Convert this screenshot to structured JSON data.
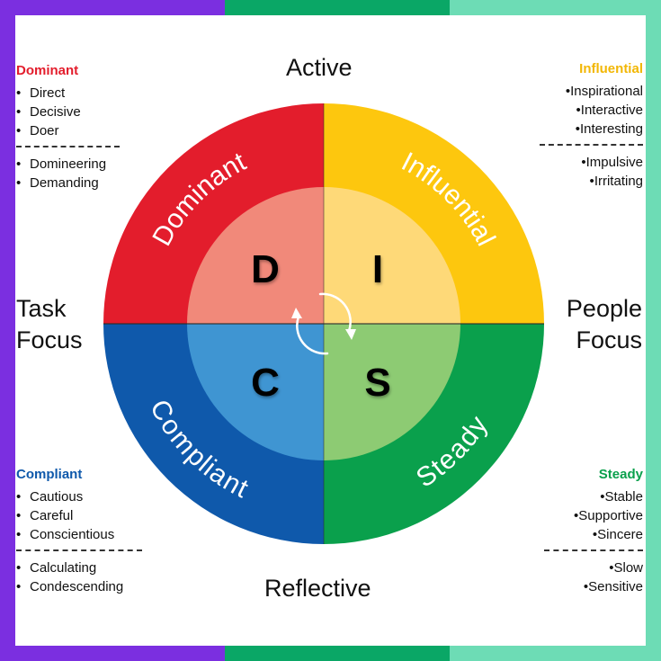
{
  "frame": {
    "colors": [
      "#7b2fe0",
      "#0aa766",
      "#6ddcb5"
    ]
  },
  "axes": {
    "top": "Active",
    "bottom": "Reflective",
    "left": [
      "Task",
      "Focus"
    ],
    "right": [
      "People",
      "Focus"
    ]
  },
  "quadrants": {
    "dominant": {
      "word": "Dominant",
      "letter": "D",
      "outer_color": "#e31d2c",
      "inner_color": "#f1897a"
    },
    "influential": {
      "word": "Influential",
      "letter": "I",
      "outer_color": "#fdc70e",
      "inner_color": "#fed978"
    },
    "compliant": {
      "word": "Compliant",
      "letter": "C",
      "outer_color": "#0f59ab",
      "inner_color": "#3f95d2"
    },
    "steady": {
      "word": "Steady",
      "letter": "S",
      "outer_color": "#0aa04c",
      "inner_color": "#8dcb73"
    }
  },
  "lists": {
    "dominant": {
      "title": "Dominant",
      "title_color": "#e31d2c",
      "positive": [
        "Direct",
        "Decisive",
        "Doer"
      ],
      "negative": [
        "Domineering",
        "Demanding"
      ]
    },
    "influential": {
      "title": "Influential",
      "title_color": "#f2b705",
      "positive": [
        "Inspirational",
        "Interactive",
        "Interesting"
      ],
      "negative": [
        "Impulsive",
        "Irritating"
      ]
    },
    "compliant": {
      "title": "Compliant",
      "title_color": "#0f59ab",
      "positive": [
        "Cautious",
        "Careful",
        "Conscientious"
      ],
      "negative": [
        "Calculating",
        "Condescending"
      ]
    },
    "steady": {
      "title": "Steady",
      "title_color": "#0aa04c",
      "positive": [
        "Stable",
        "Supportive",
        "Sincere"
      ],
      "negative": [
        "Slow",
        "Sensitive"
      ]
    }
  },
  "bullet_char": "•"
}
